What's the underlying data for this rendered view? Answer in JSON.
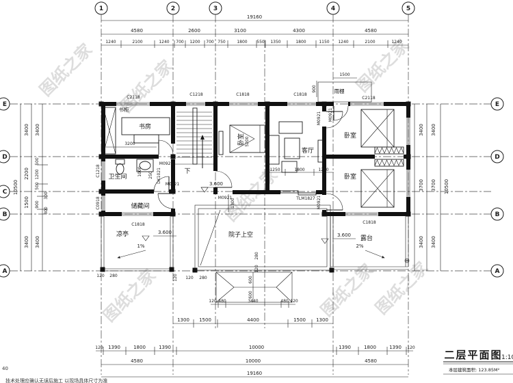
{
  "watermark": {
    "text": "图纸之家"
  },
  "titleblock": {
    "title": "二层平面图",
    "scale": "1:10",
    "area": "本层建筑面积: 123.85M²"
  },
  "corner": {
    "num": "40",
    "note": "技术处理应确认无误后施工 以现场具体尺寸为准"
  },
  "grid": {
    "cols": [
      "1",
      "2",
      "3",
      "4",
      "5"
    ],
    "rows_left": [
      "E",
      "D",
      "C",
      "B",
      "A"
    ],
    "rows_right": [
      "E",
      "D",
      "B",
      "A"
    ]
  },
  "dims": {
    "total_w": "19160",
    "total_h": "10500",
    "top_bays": [
      "4580",
      "2600",
      "3100",
      "4300",
      "4580"
    ],
    "top_detail": [
      "1240",
      "2100",
      "1240",
      "700",
      "1200",
      "700",
      "750",
      "1800",
      "550",
      "1350",
      "1800",
      "1150",
      "1240",
      "2100",
      "1240"
    ],
    "left_outer": [
      "3400",
      "2200",
      "1500",
      "3400"
    ],
    "left_inner": [
      "3400",
      "500",
      "1200",
      "500",
      "300",
      "900",
      "300",
      "3400"
    ],
    "right_col": [
      "3400",
      "3700",
      "3400"
    ],
    "bottom_canopy": [
      "120",
      "480",
      "3440",
      "480",
      "120"
    ],
    "bottom_court": [
      "1300",
      "1500",
      "4400",
      "1500",
      "1300"
    ],
    "bottom_detail": [
      "120",
      "1390",
      "1800",
      "1390",
      "10000",
      "1390",
      "1800",
      "1390",
      "120"
    ],
    "bottom_bays": [
      "4580",
      "10000",
      "4580"
    ],
    "canopy_depth": [
      "600",
      "600"
    ],
    "study_w": "3200",
    "bed_depth": "5200",
    "bath_w": "1000",
    "bath_gap": "250",
    "living_front": [
      "1250",
      "1800",
      "1250"
    ],
    "south_gap": "1300",
    "porch_w": "1500",
    "porch_d": "900",
    "n120": "120",
    "n280": "280"
  },
  "rooms": {
    "study": "书房",
    "bookcase": "书柜",
    "bath": "卫生间",
    "storage": "储藏间",
    "pavilion": "凉亭",
    "bed": "卧室",
    "living": "客厅",
    "terrace": "露台",
    "courtyard": "院子上空",
    "canopy": "雨棚",
    "stair_down": "下"
  },
  "openings": {
    "c2118": "C2118",
    "c1218": "C1218",
    "c1818": "C1818",
    "c0918": "C0918",
    "m0921": "M0921",
    "dk1021": "DK1021",
    "tlm1827": "TLM1827"
  },
  "levels": {
    "val": "3.600"
  },
  "slopes": {
    "s1": "1%",
    "s2": "2%"
  }
}
